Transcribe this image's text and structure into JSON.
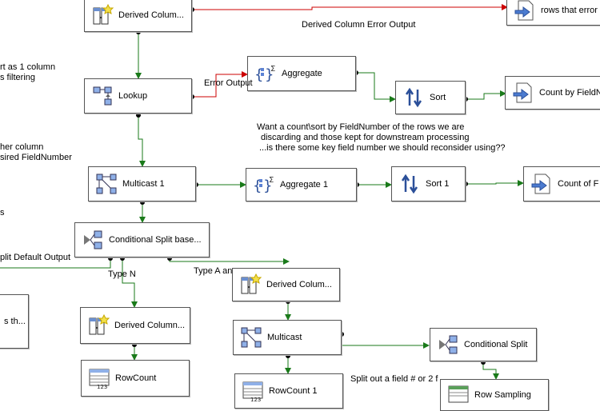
{
  "nodes": {
    "derived_column_top": {
      "label": "Derived Colum..."
    },
    "rows_that_error": {
      "label": "rows that error"
    },
    "lookup": {
      "label": "Lookup"
    },
    "aggregate": {
      "label": "Aggregate"
    },
    "sort": {
      "label": "Sort"
    },
    "count_by_fieldnumber": {
      "label": "Count by FieldN"
    },
    "multicast_1": {
      "label": "Multicast 1"
    },
    "aggregate_1": {
      "label": "Aggregate 1"
    },
    "sort_1": {
      "label": "Sort 1"
    },
    "count_of_f": {
      "label": "Count of F"
    },
    "conditional_split_base": {
      "label": "Conditional Split base..."
    },
    "derived_column_mid": {
      "label": "Derived Colum..."
    },
    "derived_column_left": {
      "label": "Derived Column..."
    },
    "multicast": {
      "label": "Multicast"
    },
    "conditional_split": {
      "label": "Conditional Split"
    },
    "rowcount": {
      "label": "RowCount"
    },
    "rowcount_1": {
      "label": "RowCount 1"
    },
    "row_sampling": {
      "label": "Row Sampling"
    },
    "partial_left": {
      "label": "s th..."
    }
  },
  "path_labels": {
    "derived_column_error_output": "Derived Column Error Output",
    "error_output": "Error Output",
    "split_default_output": "plit Default Output",
    "type_n": "Type N",
    "type_a": "Type A an"
  },
  "annotations": {
    "left_1_line1": "rt as 1 column",
    "left_1_line2": "s filtering",
    "left_2_line1": "her column",
    "left_2_line2": "sired FieldNumber",
    "left_3": "s",
    "center_note_line1": "Want a count\\sort by FieldNumber of the rows we are",
    "center_note_line2": "discarding and those kept for downstream processing",
    "center_note_line3": "...is there some key field number we  should reconsider using??",
    "split_note": "Split out a field # or 2 f"
  },
  "colors": {
    "success_path": "#1a7a1a",
    "error_path": "#cc0000",
    "node_border": "#555555"
  }
}
